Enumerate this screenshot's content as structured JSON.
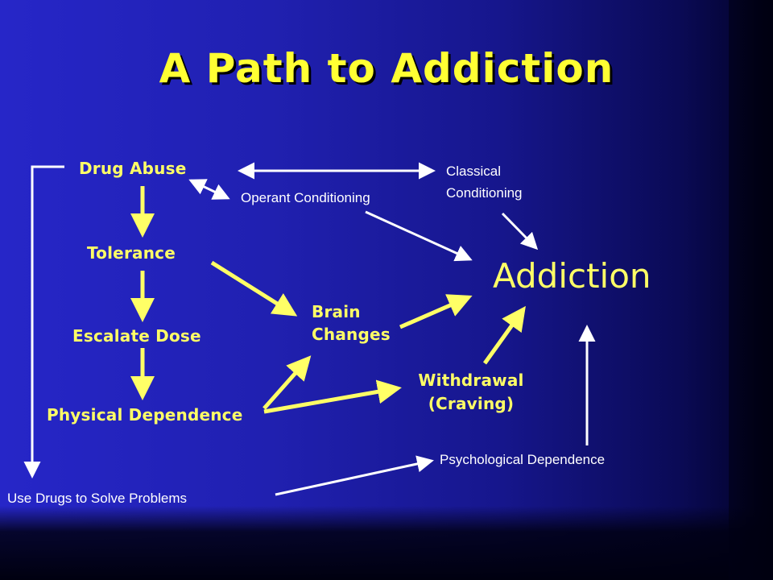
{
  "title": "A Path to Addiction",
  "colors": {
    "title": "#ffff33",
    "node_text": "#ffff66",
    "secondary_text": "#ffffff",
    "background_left": "#2626c8",
    "background_right": "#020224"
  },
  "nodes": {
    "drug_abuse": "Drug Abuse",
    "tolerance": "Tolerance",
    "escalate_dose": "Escalate Dose",
    "physical_dependence": "Physical Dependence",
    "brain_changes": [
      "Brain",
      "Changes"
    ],
    "withdrawal": [
      "Withdrawal",
      "(Craving)"
    ],
    "addiction": "Addiction",
    "operant_conditioning": "Operant Conditioning",
    "classical_conditioning": [
      "Classical",
      "Conditioning"
    ],
    "psychological_dependence": "Psychological Dependence",
    "use_drugs": "Use Drugs to Solve Problems"
  },
  "edges": [
    {
      "from": "Drug Abuse",
      "to": "Tolerance"
    },
    {
      "from": "Tolerance",
      "to": "Escalate Dose"
    },
    {
      "from": "Escalate Dose",
      "to": "Physical Dependence"
    },
    {
      "from": "Tolerance",
      "to": "Brain Changes"
    },
    {
      "from": "Physical Dependence",
      "to": "Brain Changes"
    },
    {
      "from": "Physical Dependence",
      "to": "Withdrawal (Craving)"
    },
    {
      "from": "Brain Changes",
      "to": "Addiction"
    },
    {
      "from": "Withdrawal (Craving)",
      "to": "Addiction"
    },
    {
      "from": "Operant Conditioning",
      "to": "Addiction"
    },
    {
      "from": "Classical Conditioning",
      "to": "Addiction"
    },
    {
      "from": "Drug Abuse",
      "to": "Classical Conditioning",
      "bidirectional": true
    },
    {
      "from": "Drug Abuse",
      "to": "Operant Conditioning",
      "bidirectional": true
    },
    {
      "from": "Drug Abuse",
      "to": "Use Drugs to Solve Problems"
    },
    {
      "from": "Use Drugs to Solve Problems",
      "to": "Psychological Dependence"
    },
    {
      "from": "Psychological Dependence",
      "to": "Addiction"
    }
  ]
}
